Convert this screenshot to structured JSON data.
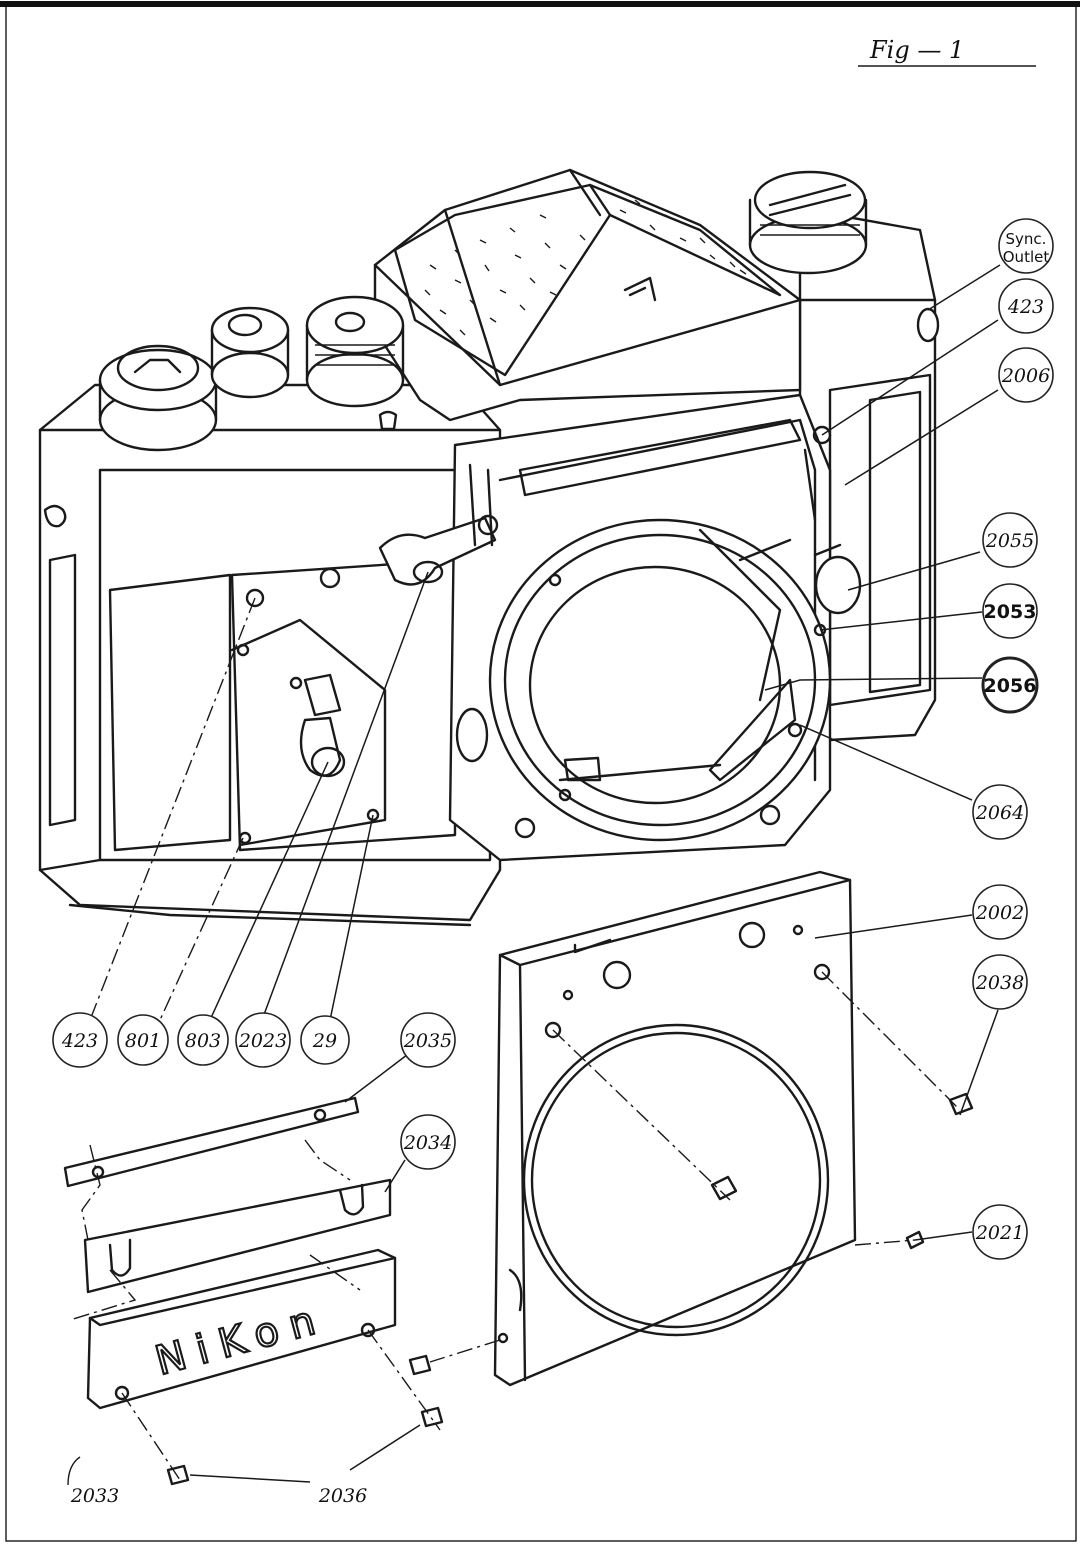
{
  "figure": {
    "title": "Fig — 1"
  },
  "brand_plate_text": "NiKon",
  "top_callout": {
    "line1": "Sync.",
    "line2": "Outlet"
  },
  "callouts": [
    {
      "id": "c-423-right",
      "label": "423"
    },
    {
      "id": "c-2006",
      "label": "2006"
    },
    {
      "id": "c-2055",
      "label": "2055"
    },
    {
      "id": "c-2053",
      "label": "2053"
    },
    {
      "id": "c-2056",
      "label": "2056"
    },
    {
      "id": "c-2064",
      "label": "2064"
    },
    {
      "id": "c-2002",
      "label": "2002"
    },
    {
      "id": "c-2038",
      "label": "2038"
    },
    {
      "id": "c-2021",
      "label": "2021"
    },
    {
      "id": "c-423-left",
      "label": "423"
    },
    {
      "id": "c-801",
      "label": "801"
    },
    {
      "id": "c-803",
      "label": "803"
    },
    {
      "id": "c-2023",
      "label": "2023"
    },
    {
      "id": "c-29",
      "label": "29"
    },
    {
      "id": "c-2035",
      "label": "2035"
    },
    {
      "id": "c-2034",
      "label": "2034"
    },
    {
      "id": "c-2033",
      "label": "2033"
    },
    {
      "id": "c-2036",
      "label": "2036"
    }
  ]
}
